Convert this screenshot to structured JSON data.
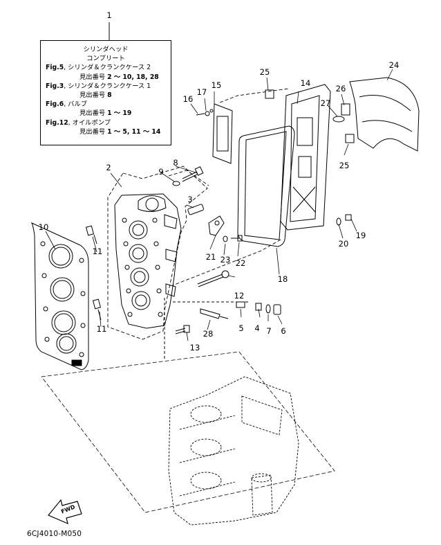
{
  "box": {
    "title1": "シリンダヘッド",
    "title2": "コンプリート",
    "refs": [
      {
        "fig": "Fig.5",
        "desc": ", シリンダ＆クランクケース 2",
        "label": "見出番号",
        "nums": "2 ～ 10, 18, 28"
      },
      {
        "fig": "Fig.3",
        "desc": ", シリンダ＆クランクケース 1",
        "label": "見出番号",
        "nums": "8"
      },
      {
        "fig": "Fig.6",
        "desc": ", バルブ",
        "label": "見出番号",
        "nums": "1 ～ 19"
      },
      {
        "fig": "Fig.12",
        "desc": ", オイルポンプ",
        "label": "見出番号",
        "nums": "1 ～ 5, 11 ～ 14"
      }
    ]
  },
  "callouts": [
    "1",
    "2",
    "3",
    "4",
    "5",
    "6",
    "7",
    "8",
    "9",
    "10",
    "11",
    "11",
    "12",
    "13",
    "14",
    "15",
    "16",
    "17",
    "18",
    "19",
    "20",
    "21",
    "22",
    "23",
    "24",
    "25",
    "25",
    "26",
    "27",
    "28"
  ],
  "fwd_label": "FWD",
  "diagram_code": "6CJ4010-M050"
}
